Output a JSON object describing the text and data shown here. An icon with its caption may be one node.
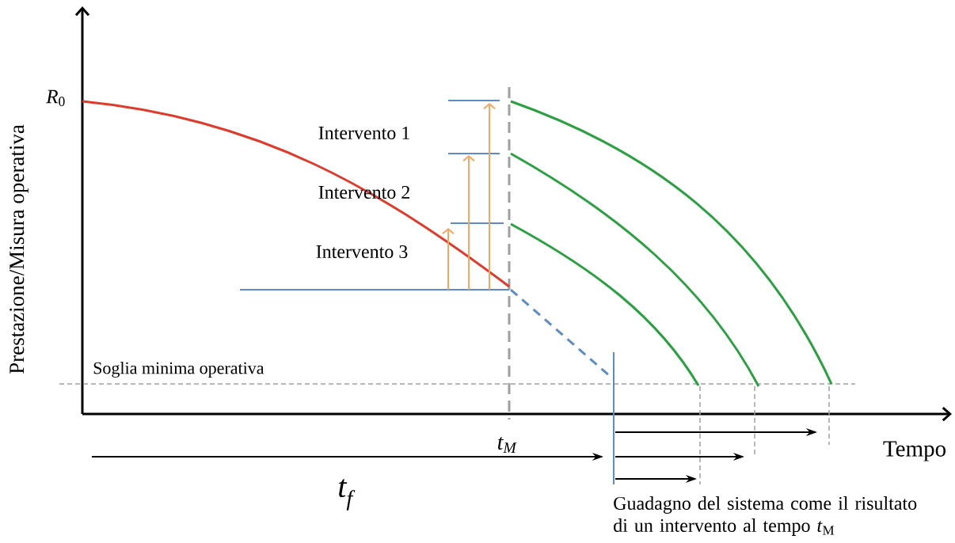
{
  "diagram": {
    "labels": [
      "Prestazione/Misura operativa",
      "*R*$_{0}$",
      "Intervento 1",
      "Intervento 2",
      "Intervento 3",
      "Soglia minima operativa",
      "t$_{M}$",
      "Tempo",
      "t$_{f}$",
      "Guadagno del sistema come il risultato di un intervento al tempo *t*$_{M}$"
    ]
  }
}
